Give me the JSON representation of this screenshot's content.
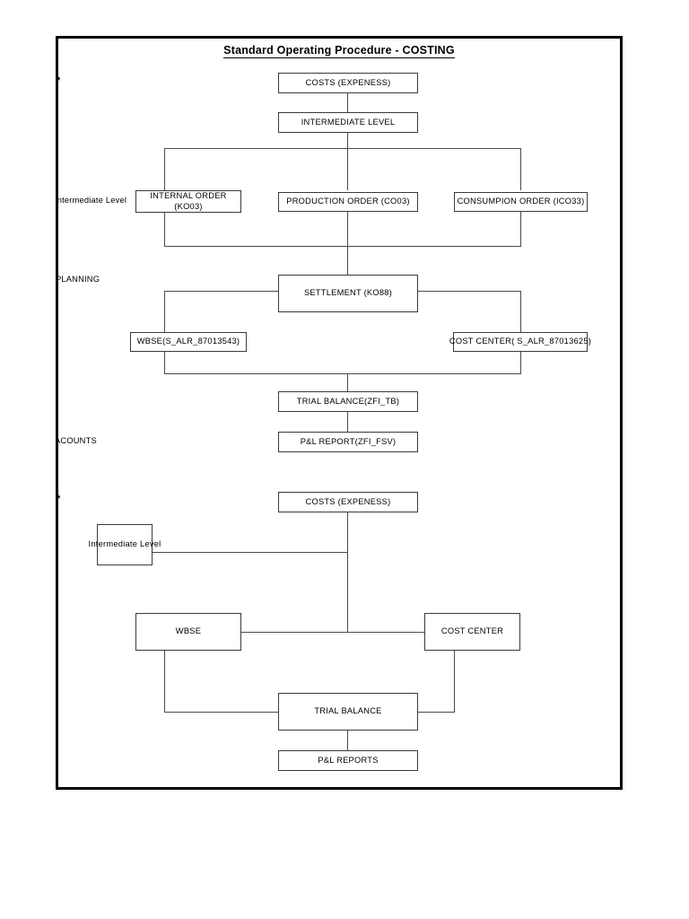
{
  "document": {
    "title": "Standard Operating Procedure - COSTING"
  },
  "side_labels": [
    {
      "id": "bullet-top",
      "text": "*"
    },
    {
      "id": "intermediate-level",
      "text": "Intermediate Level"
    },
    {
      "id": "planning",
      "text": "PLANNING"
    },
    {
      "id": "acounts",
      "text": "ACOUNTS"
    },
    {
      "id": "bullet-lower",
      "text": "*"
    }
  ],
  "upper_flow": {
    "costs": "COSTS (EXPENESS)",
    "intermediate_level": "INTERMEDIATE LEVEL",
    "internal_order": "INTERNAL ORDER\n(KO03)",
    "internal_order_line1": "INTERNAL ORDER",
    "internal_order_line2": "(KO03)",
    "production_order": "PRODUCTION ORDER (CO03)",
    "consumption_order": "CONSUMPION ORDER (ICO33)",
    "settlement": "SETTLEMENT (KO88)",
    "wbse": "WBSE(S_ALR_87013543)",
    "cost_center": "COST CENTER( S_ALR_87013625)",
    "trial_balance": "TRIAL BALANCE(ZFI_TB)",
    "pl_report": "P&L REPORT(ZFI_FSV)"
  },
  "lower_flow": {
    "costs": "COSTS (EXPENESS)",
    "intermediate_level": "Intermediate Level",
    "wbse": "WBSE",
    "cost_center": "COST CENTER",
    "trial_balance": "TRIAL BALANCE",
    "pl_reports": "P&L REPORTS"
  }
}
